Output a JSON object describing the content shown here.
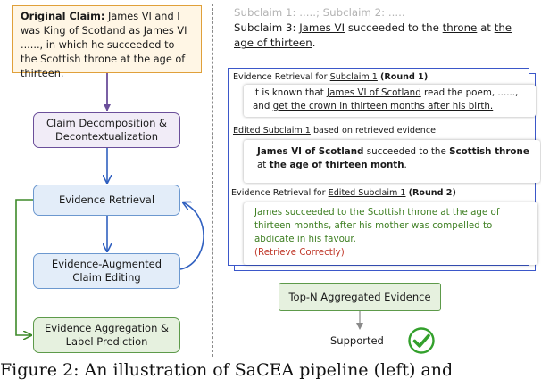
{
  "claim": {
    "label": "Original Claim:",
    "text": "James VI and I was King of Scotland as James VI ......, in which he succeeded to the Scottish throne at the age of thirteen."
  },
  "pipeline": {
    "decomposition_line1": "Claim Decomposition &",
    "decomposition_line2": "Decontextualization",
    "retrieval": "Evidence Retrieval",
    "editing_line1": "Evidence-Augmented",
    "editing_line2": "Claim Editing",
    "aggregation_line1": "Evidence Aggregation &",
    "aggregation_line2": "Label Prediction"
  },
  "subclaims": {
    "faded": "Subclaim 1: .....; Subclaim 2: .....",
    "label": "Subclaim 3:",
    "subject": "James VI",
    "mid1": "succeeded to the",
    "throne": "throne",
    "mid2": "at",
    "age": "the age of thirteen",
    "end": "."
  },
  "round1": {
    "prefix": "Evidence Retrieval for",
    "link": "Subclaim 1",
    "suffix": "(Round 1)",
    "t1": "It is known that",
    "t2": "James VI of Scotland",
    "t3": "read the poem, ......, and",
    "t4": "get the crown in thirteen months after his birth."
  },
  "edited": {
    "link": "Edited Subclaim 1",
    "suffix": "based on retrieved evidence",
    "t1": "James VI of Scotland",
    "t2": "succeeded to the",
    "t3": "Scottish throne",
    "t4": "at",
    "t5": "the age of thirteen month",
    "t6": "."
  },
  "round2": {
    "prefix": "Evidence Retrieval for",
    "link": "Edited Subclaim 1",
    "suffix": "(Round 2)",
    "text": "James succeeded to the Scottish throne at the age of thirteen months, after his mother was compelled to abdicate in his favour.",
    "note": "(Retrieve Correctly)"
  },
  "result": {
    "aggregated": "Top-N Aggregated Evidence",
    "label": "Supported"
  },
  "caption": "Figure 2: An illustration of SaCEA pipeline (left) and",
  "colors": {
    "claim_border": "#e0a03a",
    "decomposition": "#6b4f9a",
    "retrieval": "#6c98cf",
    "aggregation": "#5d9a4a",
    "card_border": "#3b57c9",
    "evidence_green": "#3e7f22",
    "note_red": "#c0392b",
    "check_green": "#33a02c"
  }
}
